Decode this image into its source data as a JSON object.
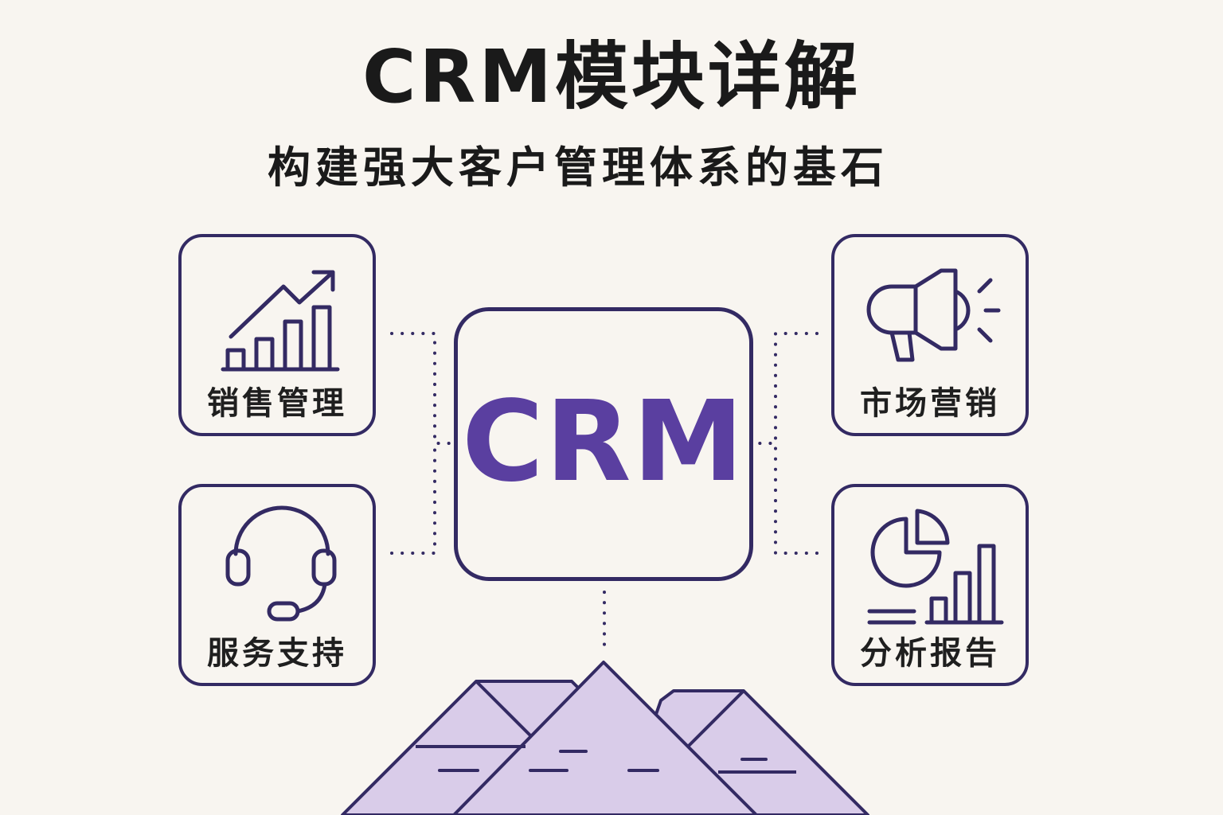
{
  "header": {
    "title": "CRM模块详解",
    "subtitle": "构建强大客户管理体系的基石"
  },
  "center": {
    "label": "CRM"
  },
  "modules": {
    "sales": {
      "label": "销售管理",
      "icon": "sales-growth-chart-icon"
    },
    "marketing": {
      "label": "市场营销",
      "icon": "megaphone-icon"
    },
    "service": {
      "label": "服务支持",
      "icon": "headset-icon"
    },
    "analytics": {
      "label": "分析报告",
      "icon": "pie-bar-chart-icon"
    }
  },
  "colors": {
    "outline": "#332a63",
    "accent": "#5a3fa0",
    "mountain_fill": "#d9cce9",
    "background": "#f8f5f0"
  },
  "foundation": {
    "icon": "mountain-foundation-icon"
  }
}
